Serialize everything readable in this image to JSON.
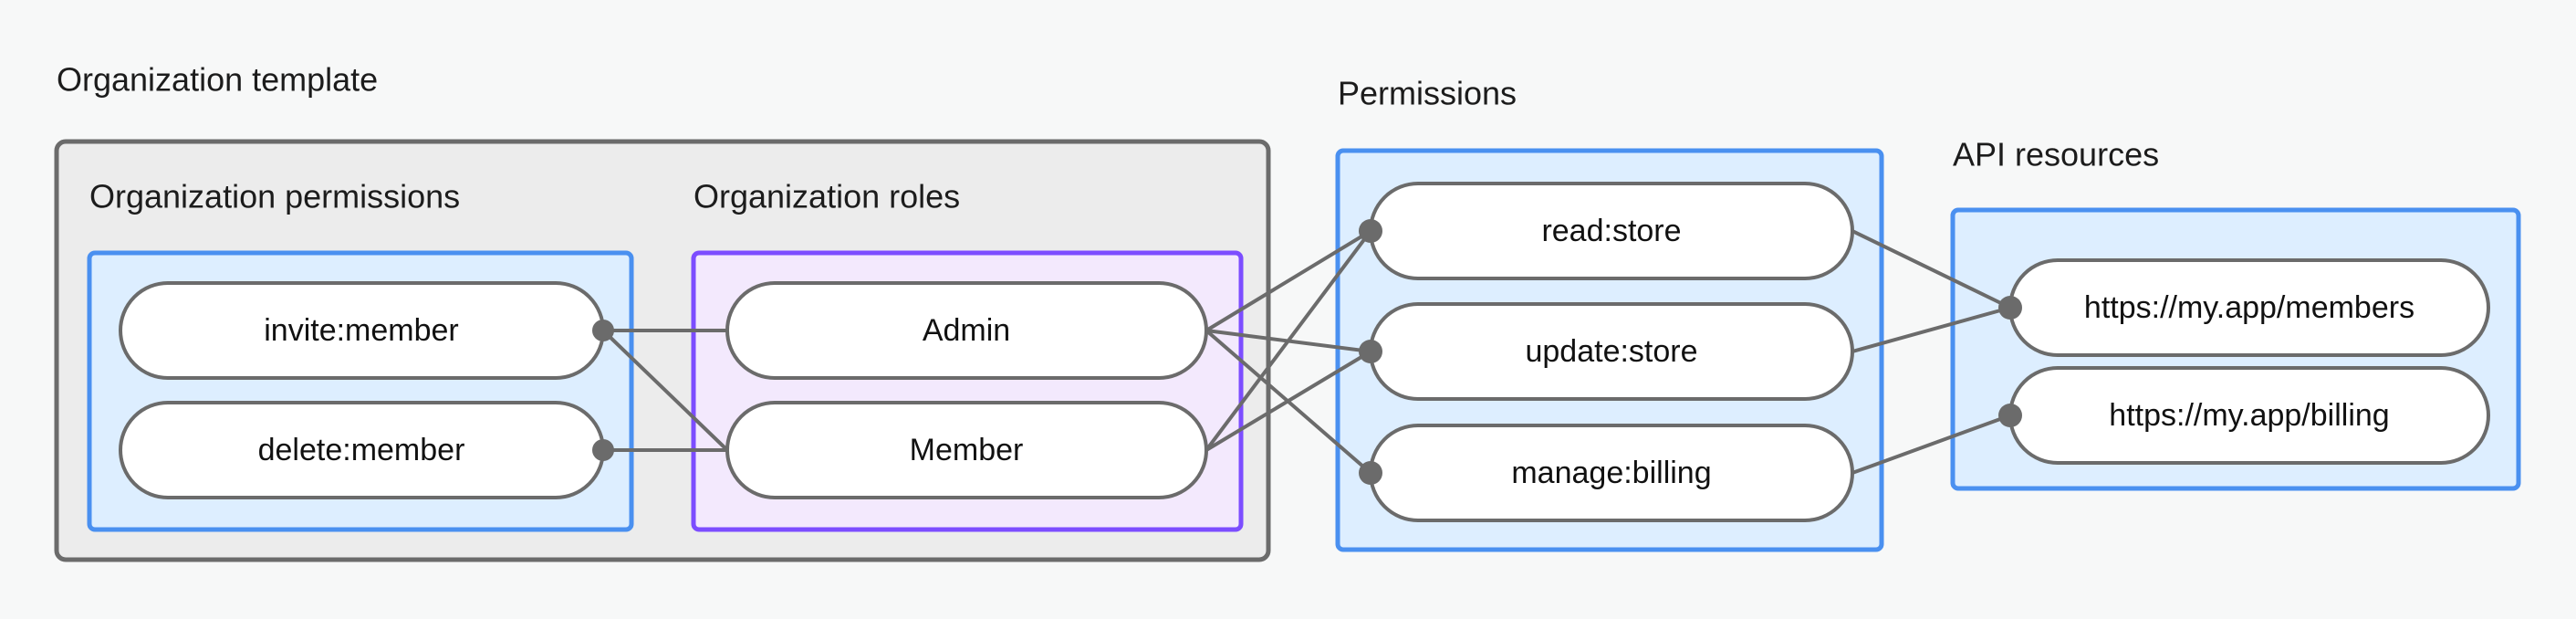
{
  "diagram": {
    "title_font_size": 36,
    "background_color": "#f7f8f8",
    "groups": {
      "organization_template": {
        "label": "Organization template",
        "border_color": "#6b6b6b",
        "fill_color": "#ececec"
      },
      "organization_permissions": {
        "label": "Organization permissions",
        "border_color": "#4a90f0",
        "fill_color": "#ddeeff"
      },
      "organization_roles": {
        "label": "Organization roles",
        "border_color": "#7c4dff",
        "fill_color": "#f3e9fd"
      },
      "permissions": {
        "label": "Permissions",
        "border_color": "#4a90f0",
        "fill_color": "#ddeeff"
      },
      "api_resources": {
        "label": "API resources",
        "border_color": "#4a90f0",
        "fill_color": "#ddeeff"
      }
    },
    "nodes": {
      "org_permissions": [
        {
          "id": "invite-member",
          "label": "invite:member"
        },
        {
          "id": "delete-member",
          "label": "delete:member"
        }
      ],
      "org_roles": [
        {
          "id": "admin",
          "label": "Admin"
        },
        {
          "id": "member",
          "label": "Member"
        }
      ],
      "permissions": [
        {
          "id": "read-store",
          "label": "read:store"
        },
        {
          "id": "update-store",
          "label": "update:store"
        },
        {
          "id": "manage-billing",
          "label": "manage:billing"
        }
      ],
      "api_resources": [
        {
          "id": "members-url",
          "label": "https://my.app/members"
        },
        {
          "id": "billing-url",
          "label": "https://my.app/billing"
        }
      ]
    },
    "edges": [
      {
        "from": "invite-member",
        "to": "admin"
      },
      {
        "from": "invite-member",
        "to": "member"
      },
      {
        "from": "delete-member",
        "to": "member"
      },
      {
        "from": "admin",
        "to": "read-store"
      },
      {
        "from": "admin",
        "to": "update-store"
      },
      {
        "from": "admin",
        "to": "manage-billing"
      },
      {
        "from": "member",
        "to": "read-store"
      },
      {
        "from": "member",
        "to": "update-store"
      },
      {
        "from": "read-store",
        "to": "members-url"
      },
      {
        "from": "update-store",
        "to": "members-url"
      },
      {
        "from": "manage-billing",
        "to": "billing-url"
      }
    ],
    "edge_color": "#6b6b6b",
    "node_fill": "#ffffff",
    "node_border": "#6b6b6b"
  }
}
